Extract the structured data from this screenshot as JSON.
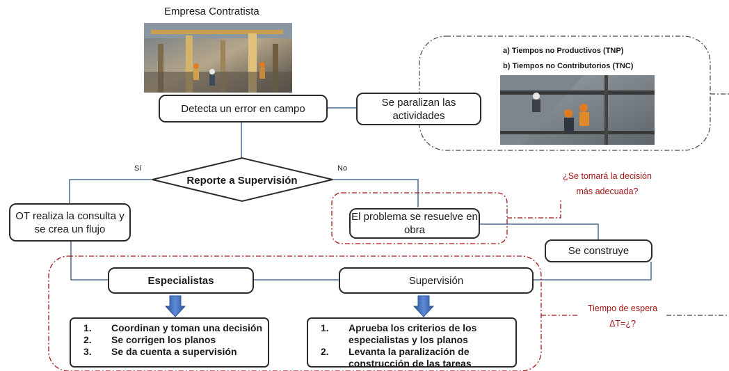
{
  "contractor": {
    "title": "Empresa Contratista"
  },
  "nodes": {
    "detect_error": "Detecta un error en campo",
    "paralyze": "Se paralizan las actividades",
    "decision": "Reporte a Supervisión",
    "ot_query": "OT realiza la consulta y se crea un flujo",
    "problem_solved": "El problema se resuelve en obra",
    "build": "Se construye",
    "specialists": "Especialistas",
    "supervision": "Supervisión"
  },
  "branches": {
    "yes": "Sí",
    "no": "No"
  },
  "time_types": {
    "a": "a) Tiempos no Productivos (TNP)",
    "b": "b) Tiempos no Contributorios (TNC)"
  },
  "annotations": {
    "decision_question_1": "¿Se tomará la decisión",
    "decision_question_2": "más adecuada?",
    "wait_time_1": "Tiempo de espera",
    "wait_time_2": "ΔT=¿?"
  },
  "specialists_steps": [
    {
      "num": "1.",
      "text": "Coordinan y toman una decisión"
    },
    {
      "num": "2.",
      "text": "Se corrigen los planos"
    },
    {
      "num": "3.",
      "text": "Se da cuenta a supervisión"
    }
  ],
  "supervision_steps": [
    {
      "num": "1.",
      "text": "Aprueba los criterios de los especialistas y los planos"
    },
    {
      "num": "2.",
      "text": "Levanta la paralización de construcción de las tareas"
    }
  ],
  "colors": {
    "line": "#2c4f86",
    "box_border": "#2b2b2b",
    "dashed": "#a31515",
    "annotation": "#a31515",
    "arrow": "#4472c4"
  }
}
